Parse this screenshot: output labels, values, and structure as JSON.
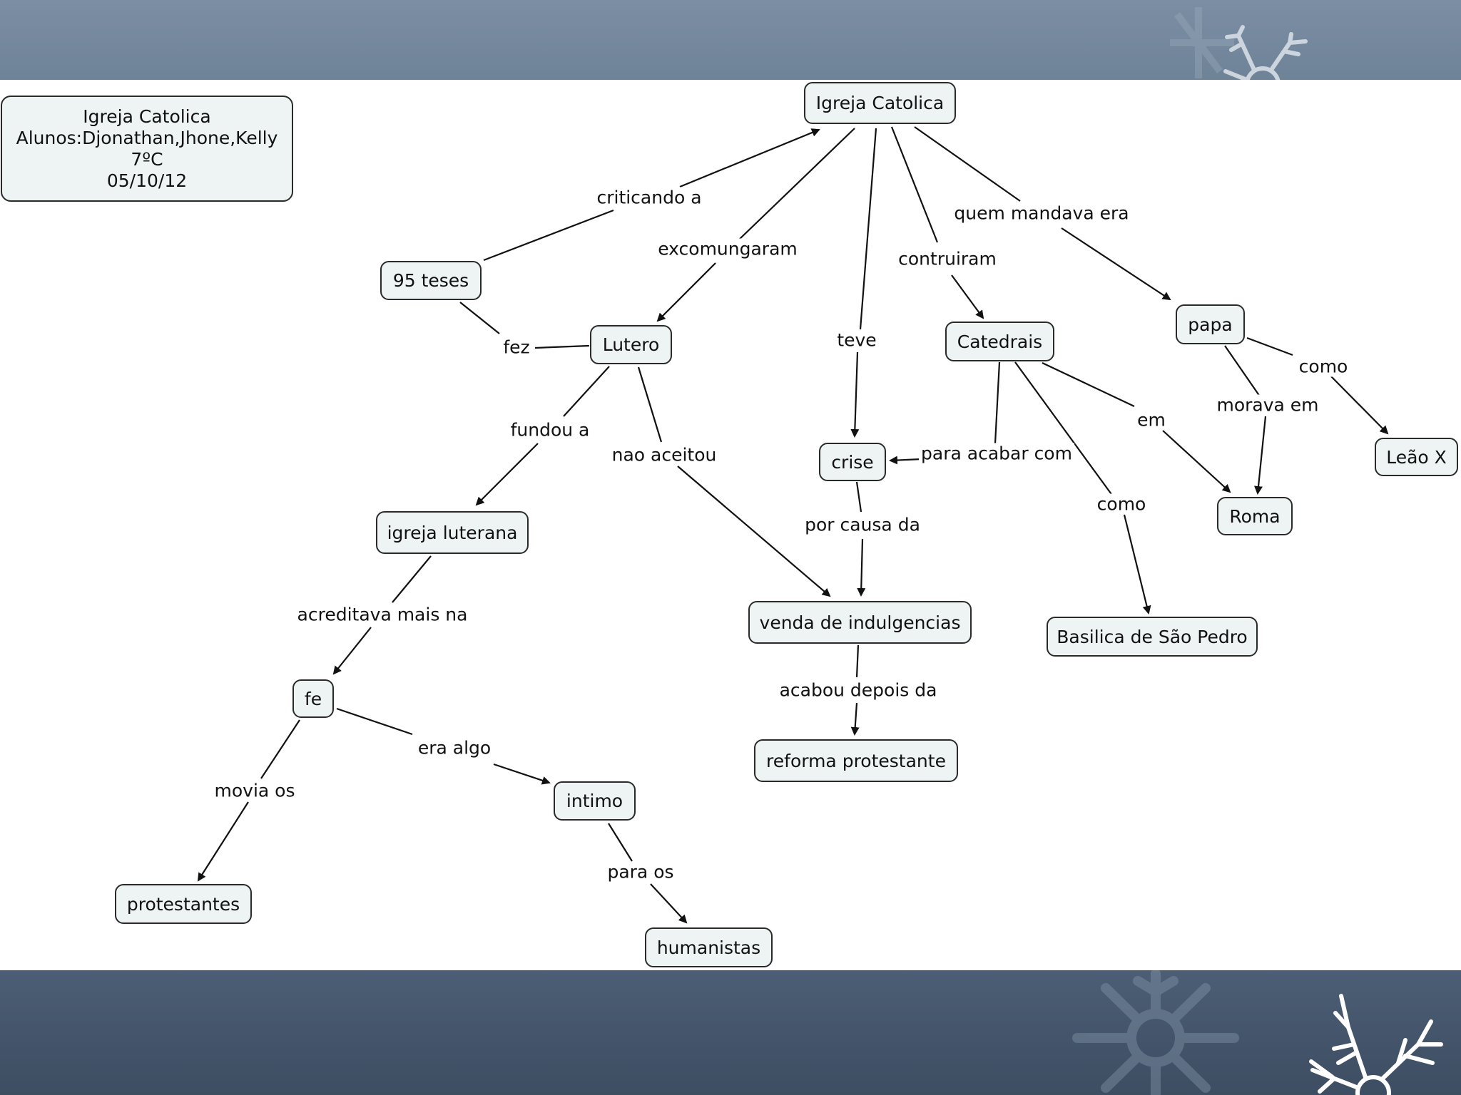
{
  "concept_map": {
    "info_box": {
      "line1": "Igreja Catolica",
      "line2": "Alunos:Djonathan,Jhone,Kelly",
      "line3": "7ºC",
      "line4": "05/10/12"
    },
    "nodes": {
      "igreja_catolica": "Igreja Catolica",
      "noventa_cinco_teses": "95 teses",
      "lutero": "Lutero",
      "igreja_luterana": "igreja luterana",
      "fe": "fe",
      "protestantes": "protestantes",
      "intimo": "intimo",
      "humanistas": "humanistas",
      "crise": "crise",
      "venda_indulgencias": "venda de indulgencias",
      "reforma_protestante": "reforma protestante",
      "catedrais": "Catedrais",
      "basilica": "Basilica de São Pedro",
      "papa": "papa",
      "roma": "Roma",
      "leao_x": "Leão X"
    },
    "links": {
      "criticando_a": "criticando a",
      "excomungaram": "excomungaram",
      "teve": "teve",
      "contruiram": "contruiram",
      "quem_mandava_era": "quem mandava era",
      "fez": "fez",
      "fundou_a": "fundou a",
      "nao_aceitou": "nao aceitou",
      "acreditava_mais_na": "acreditava mais na",
      "movia_os": "movia os",
      "era_algo": "era algo",
      "para_os": "para os",
      "para_acabar_com": "para acabar com",
      "por_causa_da": "por causa da",
      "acabou_depois_da": "acabou depois da",
      "como_basilica": "como",
      "em": "em",
      "morava_em": "morava em",
      "como_leao": "como"
    }
  },
  "colors": {
    "top_band": "#7b8ea3",
    "bottom_band": "#45566d",
    "node_fill": "#eef4f4",
    "node_border": "#2a2a2a",
    "line": "#111111"
  }
}
